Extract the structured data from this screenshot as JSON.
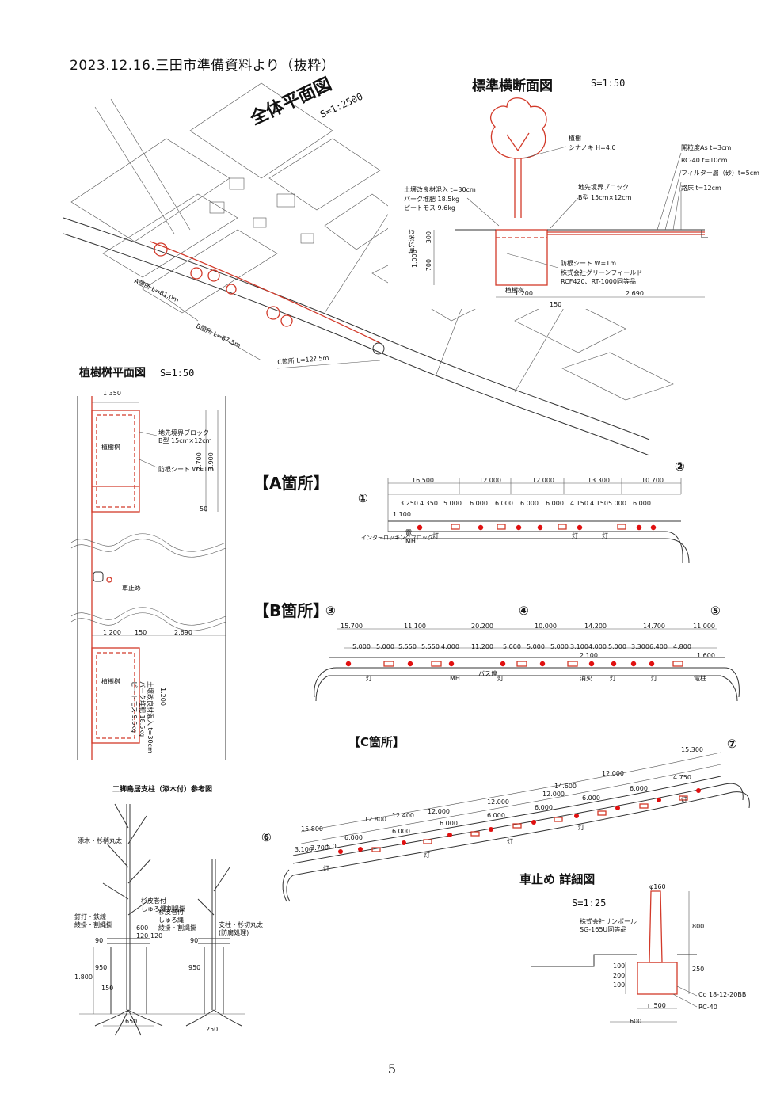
{
  "header": {
    "title": "2023.12.16.三田市準備資料より（抜粋）"
  },
  "overall_plan": {
    "title": "全体平面図",
    "scale": "S=1:2500",
    "annotations": [
      {
        "text": "A箇所 L=81.0m"
      },
      {
        "text": "B箇所 L=87.5m"
      },
      {
        "text": "C箇所 L=12?.5m"
      }
    ]
  },
  "cross_section": {
    "title": "標準横断面図",
    "scale": "S=1:50",
    "tree_label": "植樹",
    "tree_species": "シナノキ H=4.0",
    "soil_label": "土壌改良材混入 t=30cm",
    "soil_items": [
      "バーク堆肥 18.5kg",
      "ピートモス 9.6kg"
    ],
    "boundary_block": "地先境界ブロック",
    "boundary_block_type": "B型 15cm×12cm",
    "pavement_layers": [
      "開粒度As t=3cm",
      "RC-40 t=10cm",
      "フィルター層（砂）t=5cm",
      "路床 t=12cm"
    ],
    "root_sheet": "防根シート W=1m",
    "root_sheet_maker": "株式会社グリーンフィールド",
    "root_sheet_product": "RCF420、RT-1000同等品",
    "pit_label": "植樹桝",
    "planting_depth": "植穴深さ",
    "dims": {
      "depth_total": "1.000",
      "d300": "300",
      "d700": "700",
      "w1200": "1.200",
      "w150": "150",
      "w2690": "2.690"
    }
  },
  "pit_plan": {
    "title": "植樹桝平面図",
    "scale": "S=1:50",
    "top_width": "1.350",
    "boundary_block": "地先境界ブロック",
    "boundary_block_type": "B型 15cm×12cm",
    "pit_label": "植樹桝",
    "root_sheet": "防根シート W=1m",
    "dims_side": [
      "2.700",
      "3.900",
      "50"
    ],
    "car_stop": "車止め",
    "bottom_dims": [
      "1.200",
      "150",
      "2.690"
    ],
    "soil_note": "土壌改良材混入 t=30cm",
    "soil_items": [
      "バーク堆肥 18.5kg",
      "ピートモス 9.6kg"
    ],
    "side_1200": "1.200"
  },
  "section_a": {
    "label": "【A箇所】",
    "markers": [
      "①",
      "②"
    ],
    "top_dims": [
      "16.500",
      "12.000",
      "12.000",
      "13.300",
      "10.700"
    ],
    "sub_dims": [
      "3.250",
      "4.350",
      "5.000",
      "6.000",
      "6.000",
      "6.000",
      "6.000",
      "4.150",
      "4.150",
      "5.000",
      "6.000"
    ],
    "start_dim": "1.100",
    "labels": [
      "インターロッキングブロック",
      "灯",
      "電",
      "MH",
      "灯",
      "灯"
    ]
  },
  "section_b": {
    "label": "【B箇所】",
    "markers": [
      "③",
      "④",
      "⑤"
    ],
    "top_dims": [
      "15.700",
      "11.100",
      "20.200",
      "10.000",
      "14.200",
      "14.700",
      "11.000"
    ],
    "sub_dims": [
      "5.000",
      "5.000",
      "5.550",
      "5.550",
      "4.000",
      "11.200",
      "5.000",
      "5.000",
      "5.000",
      "3.100",
      "4.000",
      "5.000",
      "3.300",
      "6.400",
      "4.800"
    ],
    "extra_dims": [
      "2.100",
      "1.600"
    ],
    "labels": [
      "灯",
      "MH",
      "バス停",
      "灯",
      "消火",
      "灯",
      "灯",
      "電柱"
    ]
  },
  "section_c": {
    "label": "【C箇所】",
    "markers": [
      "⑥",
      "⑦"
    ],
    "top_dims": [
      "15.800",
      "12.800",
      "12.000",
      "12.400",
      "12.000",
      "12.000",
      "14.600",
      "12.000",
      "15.300"
    ],
    "sub_dims": [
      "6.000",
      "6.000",
      "6.000",
      "6.000",
      "6.000",
      "6.000",
      "6.000",
      "4.750"
    ],
    "start_dims": [
      "3.100",
      "3.700",
      "5.0"
    ],
    "labels": [
      "灯",
      "灯",
      "灯",
      "灯",
      "灯"
    ]
  },
  "tree_support": {
    "title": "二脚鳥居支柱（添木付）参考図",
    "labels": [
      "添木・杉梢丸太",
      "杉皮巻付",
      "しゅろ縄割縄掛",
      "釘打・鉄線",
      "綾掛・割縄掛",
      "杉皮巻付",
      "しゅろ縄",
      "綾掛・割縄掛",
      "支柱・杉切丸太",
      "(防腐処理)"
    ],
    "dims": [
      "600",
      "120",
      "120",
      "90",
      "90",
      "950",
      "1.800",
      "150",
      "650",
      "950",
      "250"
    ]
  },
  "car_stop_detail": {
    "title": "車止め 詳細図",
    "scale": "S=1:25",
    "maker": "株式会社サンポール",
    "product": "SG-165U同等品",
    "dims": [
      "φ160",
      "800",
      "250",
      "100",
      "200",
      "100",
      "□500",
      "600"
    ],
    "materials": [
      "Co 18-12-20BB",
      "RC-40"
    ]
  },
  "footer": {
    "page_number": "5"
  }
}
